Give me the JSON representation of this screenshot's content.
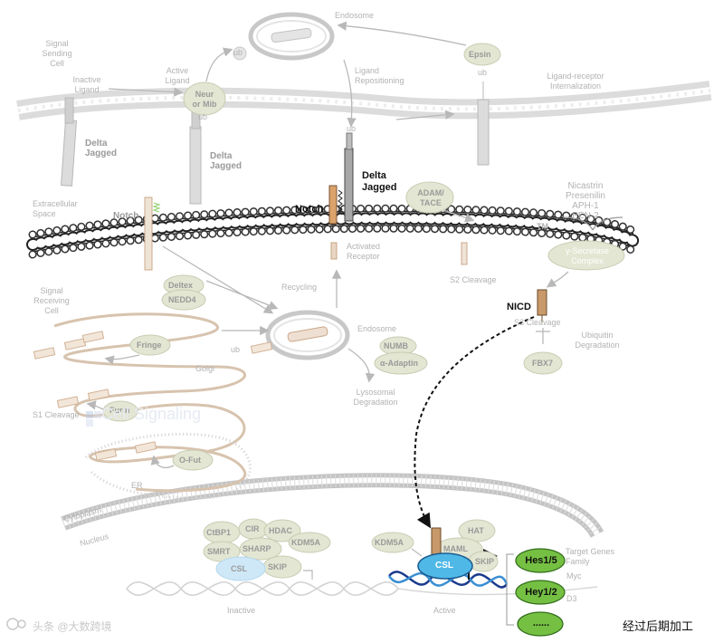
{
  "labels": {
    "endosome_top": "Endosome",
    "signal_sending_cell": "Signal\nSending\nCell",
    "inactive_ligand": "Inactive\nLigand",
    "active_ligand": "Active\nLigand",
    "neur_mib": "Neur\nor Mib",
    "ub": "ub",
    "epsin": "Epsin",
    "ligand_repositioning": "Ligand\nRepositioning",
    "ligand_receptor_internalization": "Ligand-receptor\nInternalization",
    "delta_jagged": "Delta\nJagged",
    "extracellular_space": "Extracellular\nSpace",
    "notch": "Notch",
    "activated_receptor": "Activated\nReceptor",
    "adam_tace": "ADAM/\nTACE",
    "s2_cleavage": "S2 Cleavage",
    "gamma_secretase": "γ-Secretase\nComplex",
    "nicastrin_list": "Nicastrin\nPresenilin\nAPH-1\nPEN-2",
    "tm": "TM",
    "signal_receiving_cell": "Signal\nReceiving\nCell",
    "deltex": "Deltex",
    "nedd4": "NEDD4",
    "recycling": "Recycling",
    "endosome_mid": "Endosome",
    "numb": "NUMB",
    "alpha_adaptin": "α-Adaptin",
    "lysosomal_degradation": "Lysosomal\nDegradation",
    "nicd": "NICD",
    "s3_cleavage": "S3 Cleavage",
    "ubiquitin_degradation": "Ubiquitin\nDegradation",
    "fbx7": "FBX7",
    "fringe": "Fringe",
    "golgi": "Golgi",
    "s1_cleavage": "S1 Cleavage",
    "furin": "Furin",
    "ofut": "O-Fut",
    "er": "ER",
    "cytoplasm": "Cytoplasm",
    "nucleus": "Nucleus",
    "cibp1": "CtBP1",
    "cir": "CIR",
    "hdac": "HDAC",
    "smrt": "SMRT",
    "sharp": "SHARP",
    "kdm5a": "KDM5A",
    "csl": "CSL",
    "skip": "SKIP",
    "inactive": "Inactive",
    "active": "Active",
    "hat": "HAT",
    "maml": "MAML",
    "target_genes": "Target Genes\nFamily",
    "myc": "Myc",
    "d3": "D3",
    "hes": "Hes1/5",
    "hey": "Hey1/2",
    "more": "......",
    "post_processed": "经过后期加工",
    "watermark": "头条 @大数跨境",
    "watermark_bg": "Cell Signaling"
  },
  "colors": {
    "grey_stroke": "#b8b8b8",
    "membrane_dark": "#222222",
    "protein_fill": "#d9dcc4",
    "green_fill": "#75c043",
    "csl_blue": "#4fb8e6",
    "receptor_tan": "#c7a17b"
  }
}
